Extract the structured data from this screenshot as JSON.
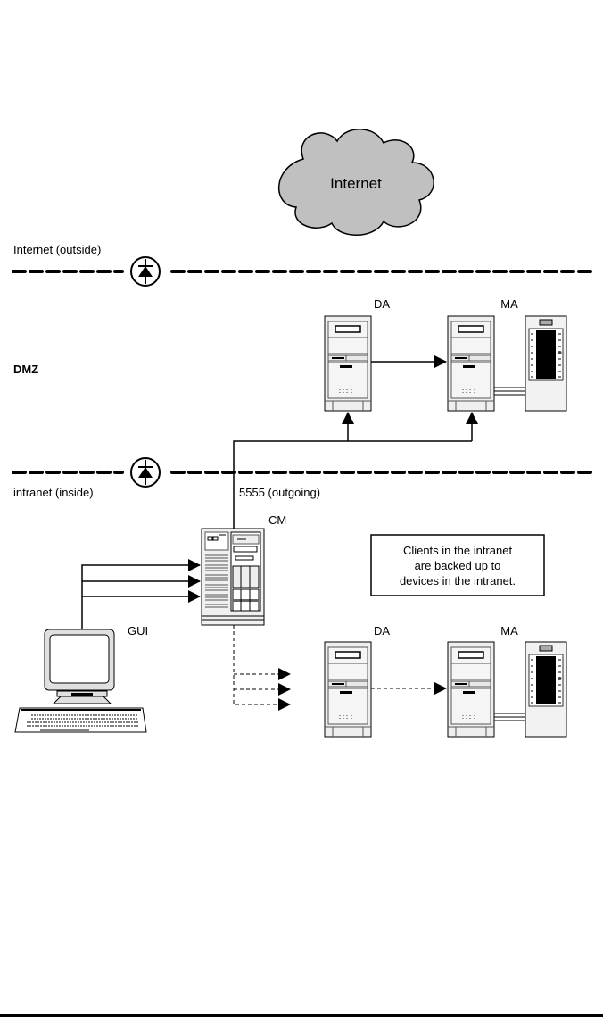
{
  "diagram": {
    "cloud_label": "Internet",
    "zones": {
      "outside": "Internet (outside)",
      "dmz": "DMZ",
      "inside": "intranet (inside)"
    },
    "port_label": "5555 (outgoing)",
    "nodes": {
      "dmz_da": "DA",
      "dmz_ma": "MA",
      "cm": "CM",
      "gui": "GUI",
      "intranet_da": "DA",
      "intranet_ma": "MA"
    },
    "note_lines": [
      "Clients in the intranet",
      "are backed up to",
      "devices in the intranet."
    ],
    "icons": {
      "firewall": "firewall-diode-icon",
      "server": "server-tower-icon",
      "tape_library": "tape-library-icon",
      "workstation": "workstation-icon",
      "cloud": "cloud-icon"
    }
  }
}
